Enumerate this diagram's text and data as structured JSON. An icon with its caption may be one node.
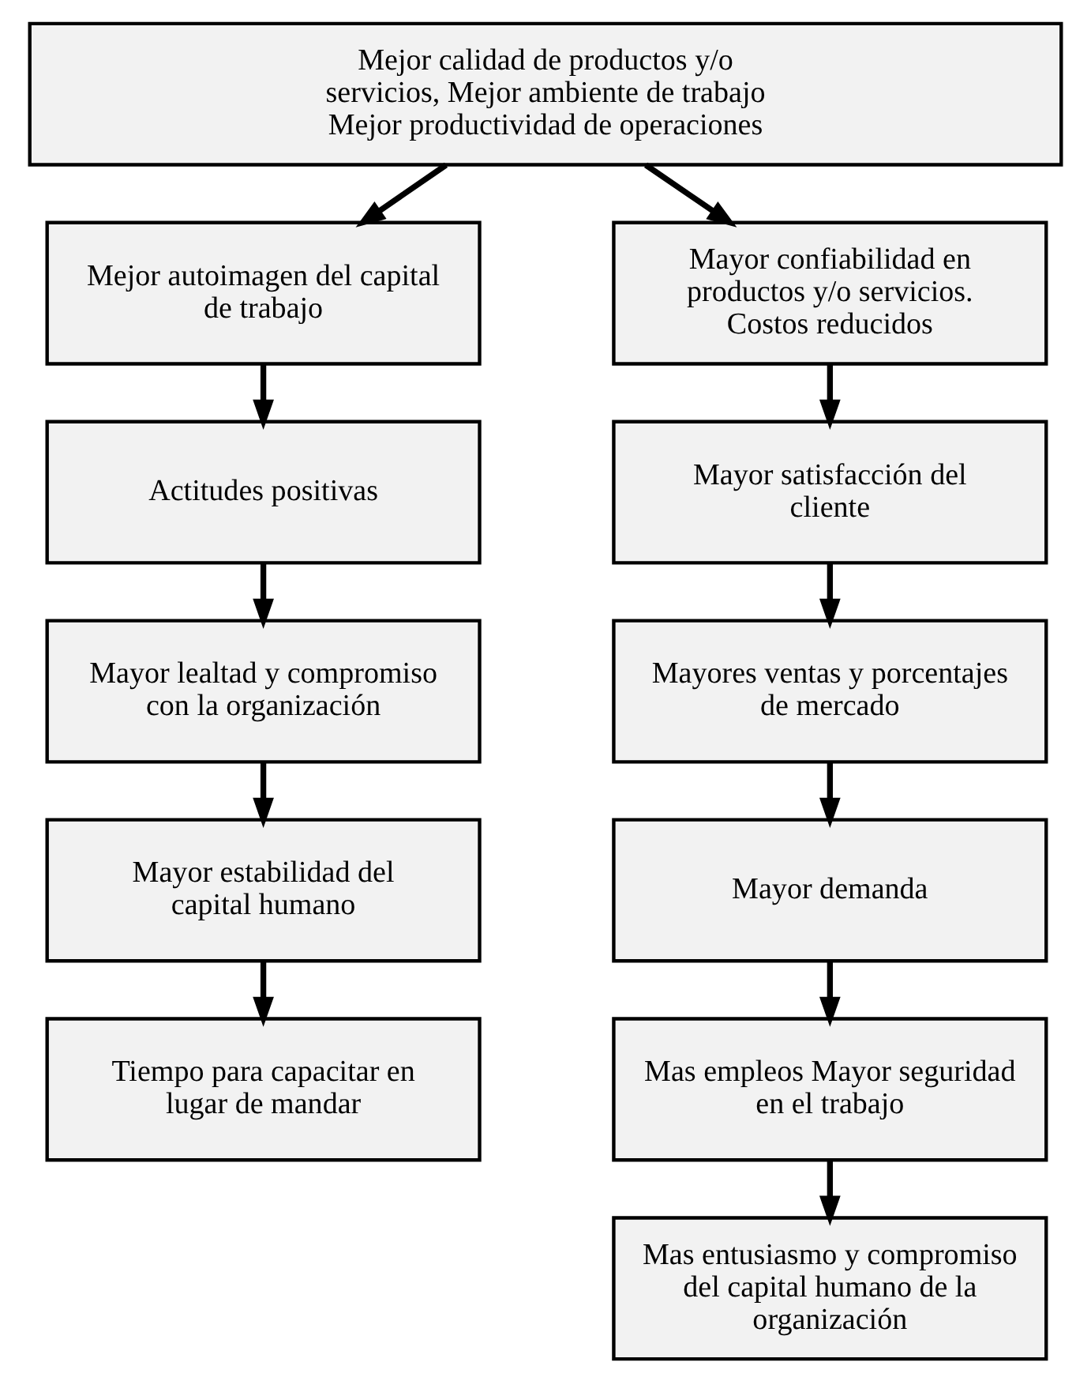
{
  "diagram": {
    "nodes": [
      {
        "text": [
          "Mejor calidad de productos y/o servicios, Mejor ambiente de trabajo Mejor productividad de operaciones"
        ]
      },
      {
        "text": [
          "Mejor autoimagen del capital de trabajo"
        ]
      },
      {
        "text": [
          "Actitudes positivas"
        ]
      },
      {
        "text": [
          "Mayor lealtad y compromiso con la organización"
        ]
      },
      {
        "text": [
          "Mayor estabilidad del capital humano"
        ]
      },
      {
        "text": [
          "Tiempo para capacitar en lugar de mandar"
        ]
      },
      {
        "text": [
          "Mayor confiabilidad en productos y/o servicios. Costos reducidos"
        ]
      },
      {
        "text": [
          "Mayor satisfacción del cliente"
        ]
      },
      {
        "text": [
          "Mayores ventas y porcentajes de mercado"
        ]
      },
      {
        "text": [
          "Mayor demanda"
        ]
      },
      {
        "text": [
          "Mas empleos Mayor seguridad en el trabajo"
        ]
      },
      {
        "text": [
          "Mas entusiasmo y compromiso del capital humano de la organización"
        ]
      }
    ],
    "edges": [
      {
        "from": 0,
        "to": 1,
        "arrow": "to"
      },
      {
        "from": 0,
        "to": 6,
        "arrow": "to"
      },
      {
        "from": 1,
        "to": 2,
        "arrow": "to"
      },
      {
        "from": 2,
        "to": 3,
        "arrow": "to"
      },
      {
        "from": 3,
        "to": 4,
        "arrow": "to"
      },
      {
        "from": 4,
        "to": 5,
        "arrow": "to"
      },
      {
        "from": 6,
        "to": 7,
        "arrow": "to"
      },
      {
        "from": 7,
        "to": 8,
        "arrow": "to"
      },
      {
        "from": 8,
        "to": 9,
        "arrow": "to"
      },
      {
        "from": 9,
        "to": 10,
        "arrow": "to"
      },
      {
        "from": 10,
        "to": 11,
        "arrow": "to"
      }
    ]
  }
}
